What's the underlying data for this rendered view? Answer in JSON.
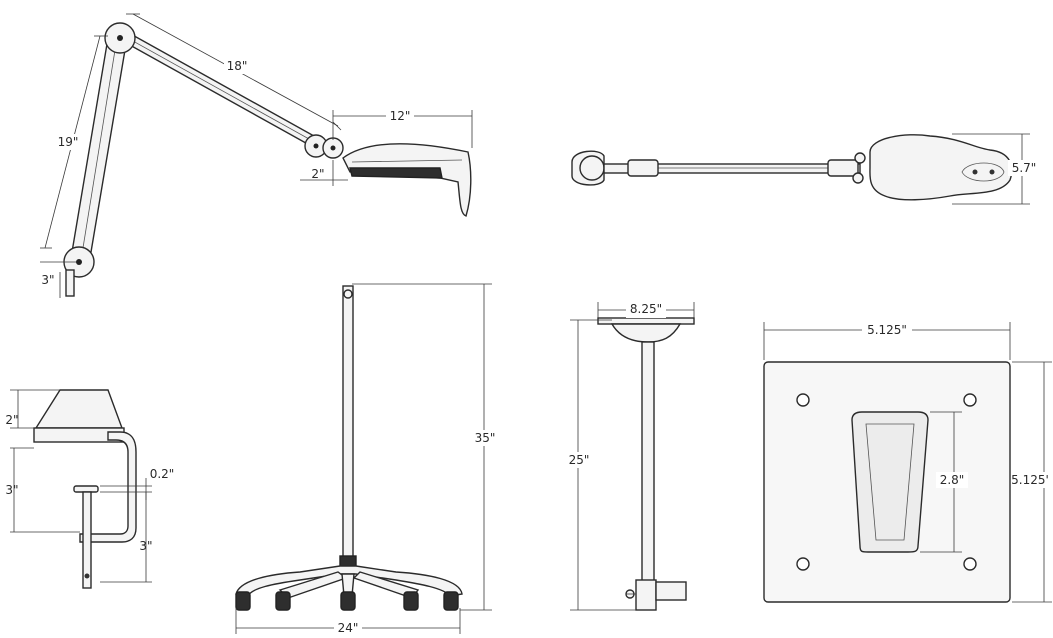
{
  "dimensions": {
    "arm_upper_length": "18\"",
    "arm_lower_length": "19\"",
    "head_length": "12\"",
    "head_height": "2\"",
    "base_offset": "3\"",
    "head_width": "5.7\"",
    "clamp_top_height": "2\"",
    "clamp_body_height": "3\"",
    "clamp_plate_thickness": "0.2\"",
    "clamp_jaw_height": "3\"",
    "stand_height": "35\"",
    "stand_base_width": "24\"",
    "mount_pole_height": "25\"",
    "mount_plate_width": "8.25\"",
    "wall_plate_width": "5.125\"",
    "wall_plate_height": "5.125'",
    "wall_slot_height": "2.8\""
  }
}
